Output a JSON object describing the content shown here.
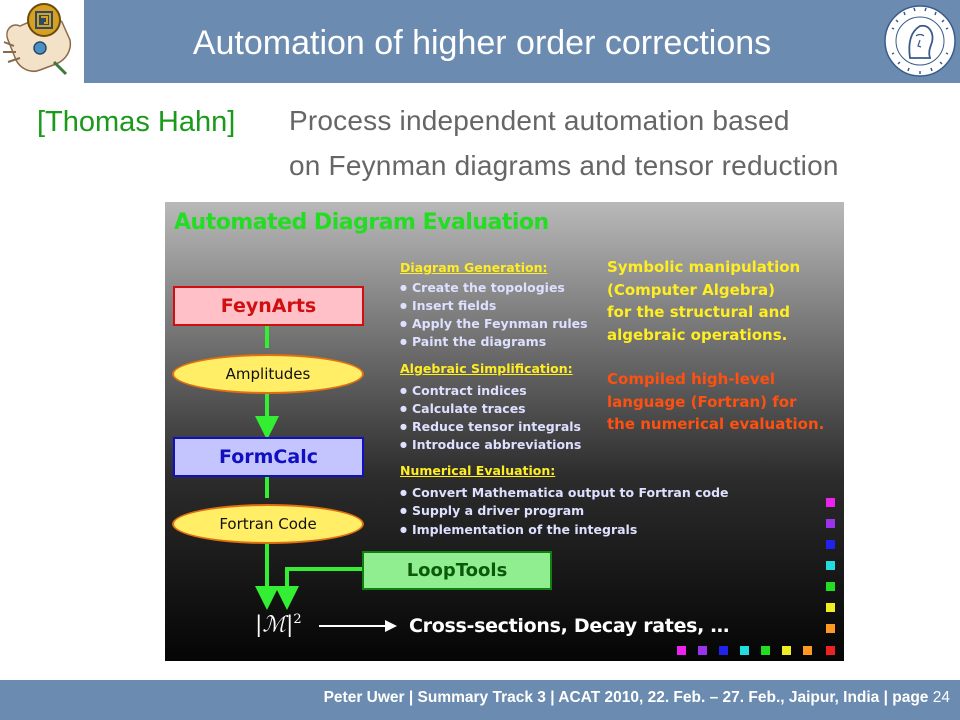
{
  "slide": {
    "title": "Automation of higher order corrections",
    "author": "[Thomas Hahn]",
    "subtitle_line1": "Process independent automation based",
    "subtitle_line2": "on Feynman diagrams and tensor reduction"
  },
  "panel": {
    "title": "Automated Diagram Evaluation",
    "flow": {
      "feynarts": "FeynArts",
      "amplitudes": "Amplitudes",
      "formcalc": "FormCalc",
      "fortran_code": "Fortran Code",
      "looptools": "LoopTools"
    },
    "sections": [
      {
        "heading": "Diagram Generation:",
        "items": [
          "Create the topologies",
          "Insert fields",
          "Apply the Feynman rules",
          "Paint the diagrams"
        ]
      },
      {
        "heading": "Algebraic Simplification:",
        "items": [
          "Contract indices",
          "Calculate traces",
          "Reduce tensor integrals",
          "Introduce abbreviations"
        ]
      },
      {
        "heading": "Numerical Evaluation:",
        "items": [
          "Convert Mathematica output to Fortran code",
          "Supply a driver program",
          "Implementation of the integrals"
        ]
      }
    ],
    "symbolic": [
      "Symbolic manipulation",
      "(Computer Algebra)",
      "for the structural and",
      "algebraic operations."
    ],
    "compiled": [
      "Compiled high-level",
      "language (Fortran) for",
      "the numerical evaluation."
    ],
    "result": "Cross-sections, Decay rates, …",
    "colors": {
      "green": "#22dd22",
      "yellow": "#ffee22",
      "orange": "#ff5010",
      "feynarts": "#d01010",
      "formcalc": "#1010c0"
    }
  },
  "footer": {
    "text": "Peter Uwer | Summary Track 3 | ACAT 2010, 22. Feb. – 27. Feb., Jaipur, India | page",
    "page": "24"
  },
  "logos": {
    "left": "hand-logo-icon",
    "right": "humboldt-seal-icon"
  }
}
